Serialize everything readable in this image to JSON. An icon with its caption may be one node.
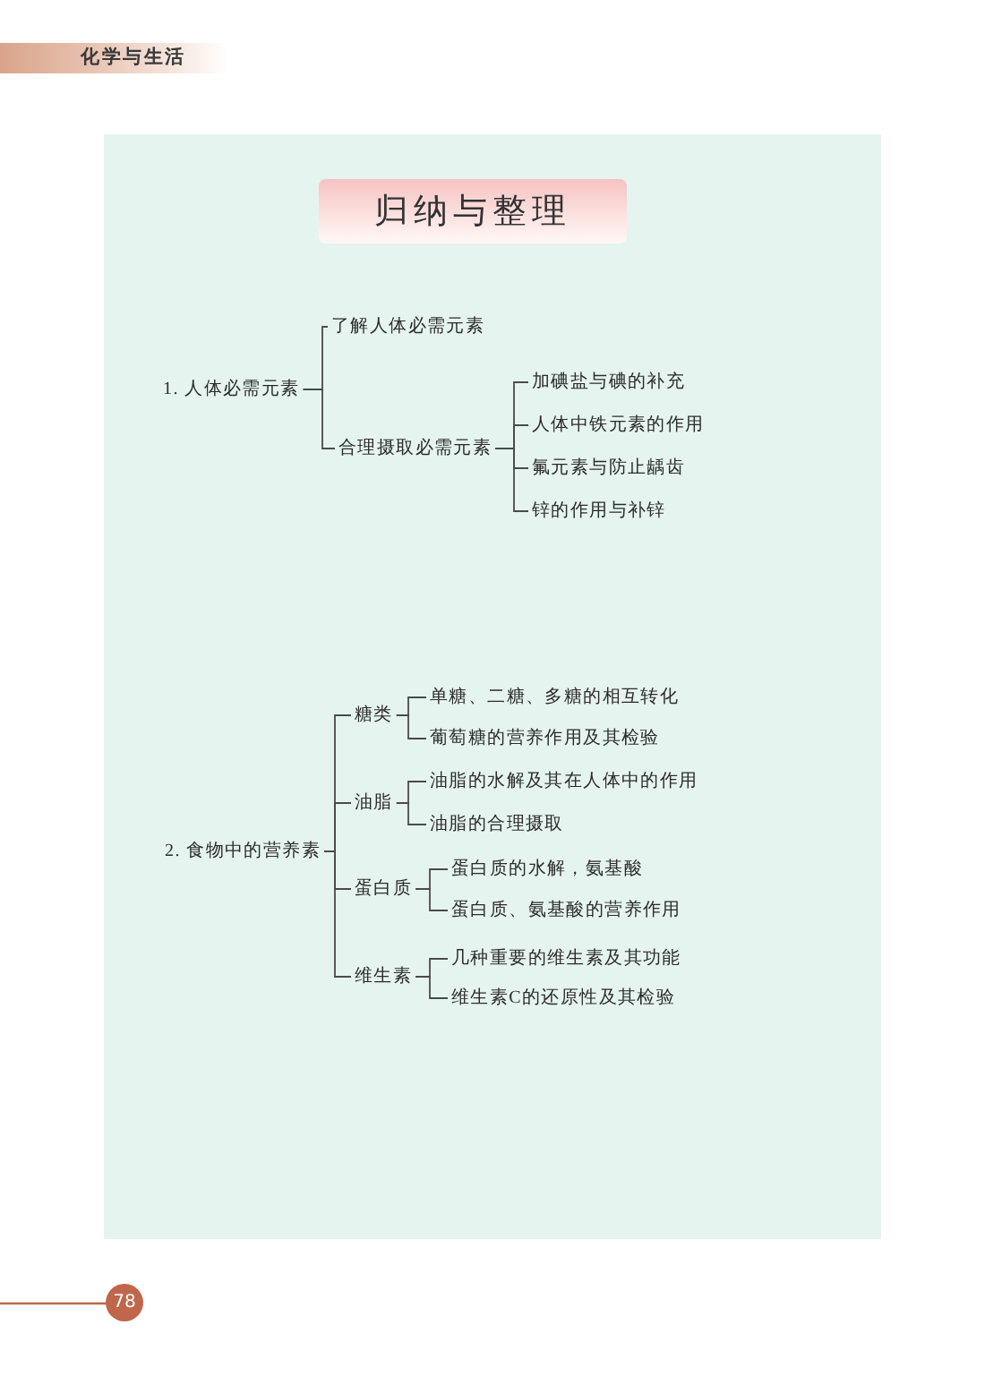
{
  "diagram": {
    "title": "归纳与整理",
    "nodes": [
      {
        "text": [
          "1. 人体必需元素"
        ]
      },
      {
        "text": [
          "了解人体必需元素"
        ]
      },
      {
        "text": [
          "合理摄取必需元素"
        ]
      },
      {
        "text": [
          "加碘盐与碘的补充"
        ]
      },
      {
        "text": [
          "人体中铁元素的作用"
        ]
      },
      {
        "text": [
          "氟元素与防止龋齿"
        ]
      },
      {
        "text": [
          "锌的作用与补锌"
        ]
      },
      {
        "text": [
          "2. 食物中的营养素"
        ]
      },
      {
        "text": [
          "糖类"
        ]
      },
      {
        "text": [
          "单糖、二糖、多糖的相互转化"
        ]
      },
      {
        "text": [
          "葡萄糖的营养作用及其检验"
        ]
      },
      {
        "text": [
          "油脂"
        ]
      },
      {
        "text": [
          "油脂的水解及其在人体中的作用"
        ]
      },
      {
        "text": [
          "油脂的合理摄取"
        ]
      },
      {
        "text": [
          "蛋白质"
        ]
      },
      {
        "text": [
          "蛋白质的水解，氨基酸"
        ]
      },
      {
        "text": [
          "蛋白质、氨基酸的营养作用"
        ]
      },
      {
        "text": [
          "维生素"
        ]
      },
      {
        "text": [
          "几种重要的维生素及其功能"
        ]
      },
      {
        "text": [
          "维生素C的还原性及其检验"
        ]
      }
    ],
    "edges": [
      {
        "from": 0,
        "to": 1,
        "arrow": "none"
      },
      {
        "from": 0,
        "to": 2,
        "arrow": "none"
      },
      {
        "from": 2,
        "to": 3,
        "arrow": "none"
      },
      {
        "from": 2,
        "to": 4,
        "arrow": "none"
      },
      {
        "from": 2,
        "to": 5,
        "arrow": "none"
      },
      {
        "from": 2,
        "to": 6,
        "arrow": "none"
      },
      {
        "from": 7,
        "to": 8,
        "arrow": "none"
      },
      {
        "from": 7,
        "to": 11,
        "arrow": "none"
      },
      {
        "from": 7,
        "to": 14,
        "arrow": "none"
      },
      {
        "from": 7,
        "to": 17,
        "arrow": "none"
      },
      {
        "from": 8,
        "to": 9,
        "arrow": "none"
      },
      {
        "from": 8,
        "to": 10,
        "arrow": "none"
      },
      {
        "from": 11,
        "to": 12,
        "arrow": "none"
      },
      {
        "from": 11,
        "to": 13,
        "arrow": "none"
      },
      {
        "from": 14,
        "to": 15,
        "arrow": "none"
      },
      {
        "from": 14,
        "to": 16,
        "arrow": "none"
      },
      {
        "from": 17,
        "to": 18,
        "arrow": "none"
      },
      {
        "from": 17,
        "to": 19,
        "arrow": "none"
      }
    ],
    "labels": [
      "化学与生活",
      "78"
    ]
  }
}
